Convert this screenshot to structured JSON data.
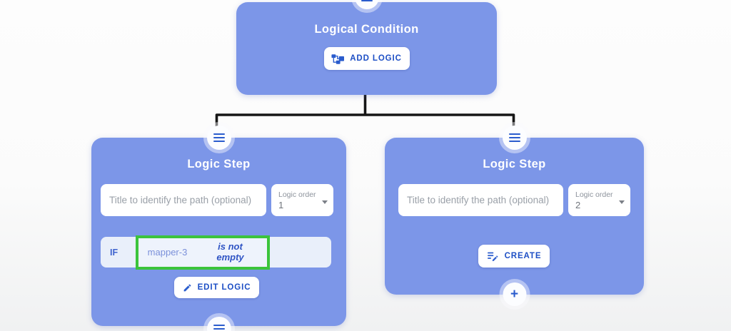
{
  "colors": {
    "card_background": "#7c96e8",
    "button_text_blue": "#1d4fc5",
    "icon_blue": "#2a5ccd",
    "condition_row_background": "#e9effa",
    "highlight_green": "#3bc43b",
    "connector_black": "#161616",
    "field_text_blue": "#7b90da",
    "operator_text_blue": "#2f54c4"
  },
  "root": {
    "title": "Logical Condition",
    "add_logic_button": "ADD LOGIC"
  },
  "steps": [
    {
      "title": "Logic Step",
      "title_value": "",
      "title_placeholder": "Title to identify the path (optional)",
      "order_label": "Logic order",
      "order_value": "1",
      "condition": {
        "keyword": "IF",
        "field": "mapper-3",
        "operator": "is not empty"
      },
      "edit_button": "EDIT LOGIC"
    },
    {
      "title": "Logic Step",
      "title_value": "",
      "title_placeholder": "Title to identify the path (optional)",
      "order_label": "Logic order",
      "order_value": "2",
      "create_button": "CREATE",
      "add_step_button": "+"
    }
  ]
}
